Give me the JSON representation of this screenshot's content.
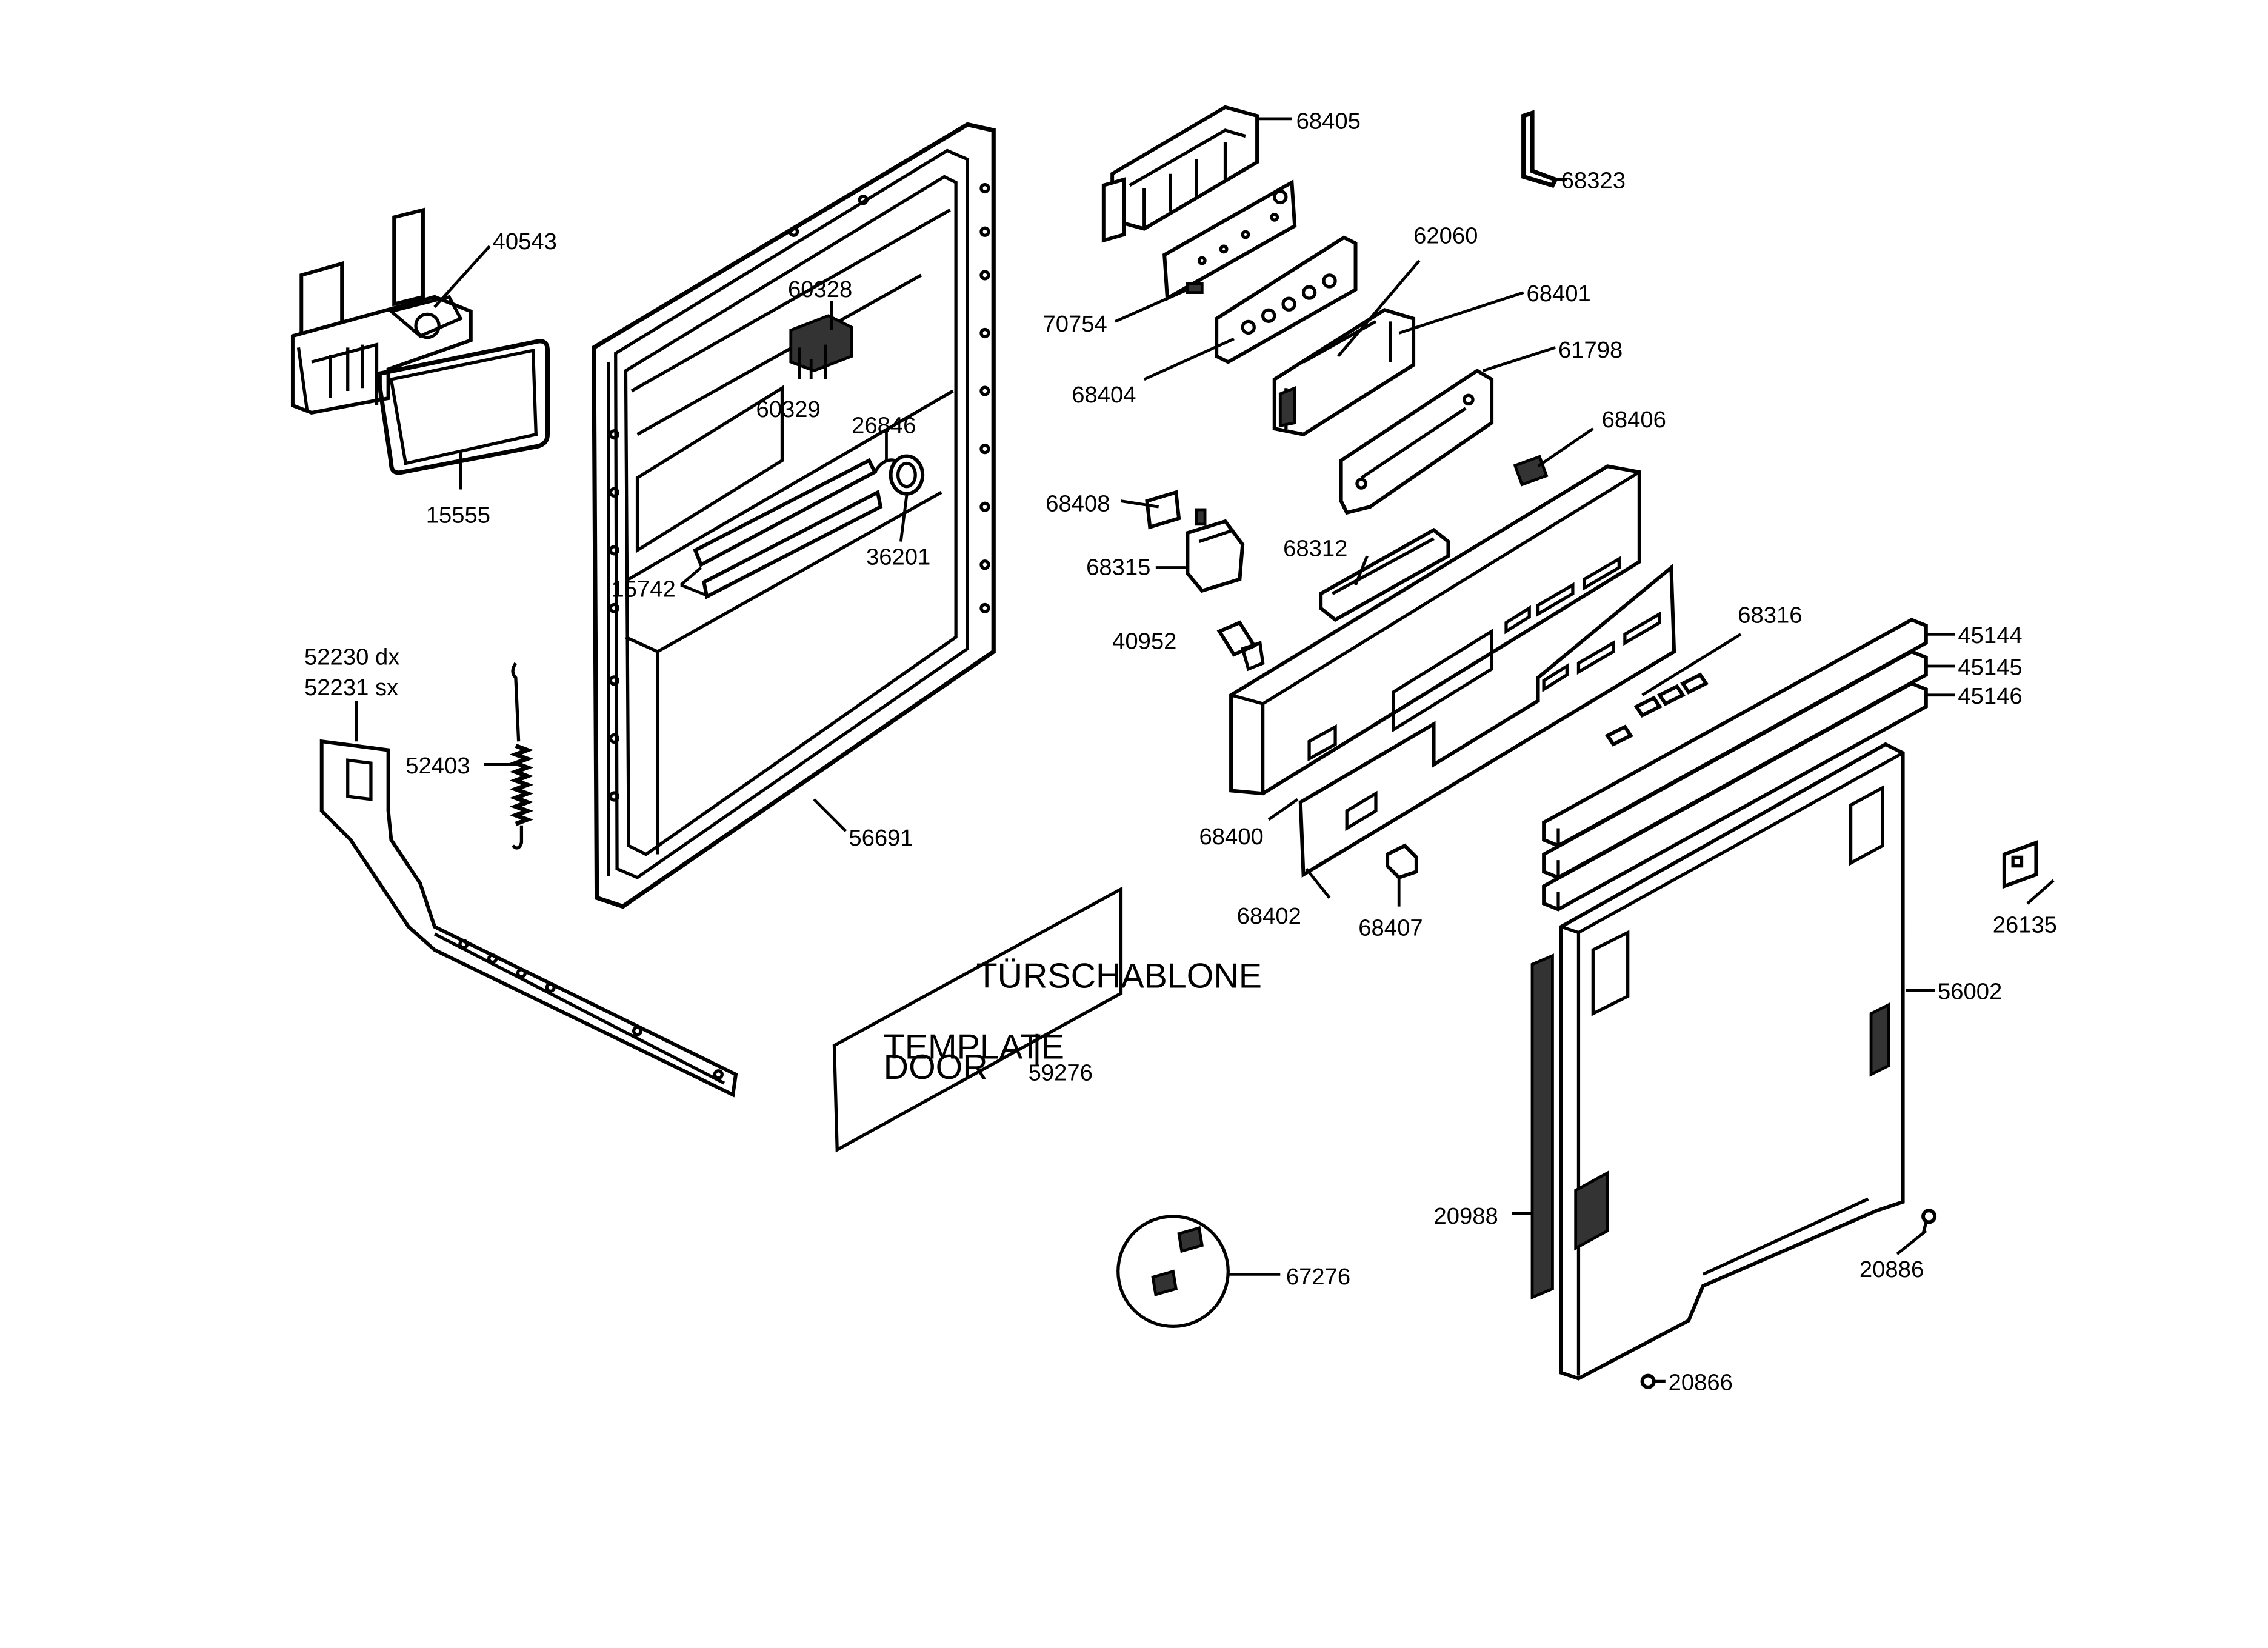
{
  "diagram": {
    "template_sheet": {
      "line1": "TÜRSCHABLONE",
      "line2": "TEMPLATE",
      "line3": "DOOR"
    },
    "labels": {
      "p40543": "40543",
      "p15555": "15555",
      "p60328": "60328",
      "p60329": "60329",
      "p26846": "26846",
      "p36201": "36201",
      "p15742": "15742",
      "p52230": "52230 dx",
      "p52231": "52231 sx",
      "p52403": "52403",
      "p56691": "56691",
      "p59276": "59276",
      "p68405": "68405",
      "p68323": "68323",
      "p70754": "70754",
      "p62060": "62060",
      "p68401": "68401",
      "p68404": "68404",
      "p61798": "61798",
      "p68406": "68406",
      "p68408": "68408",
      "p68315": "68315",
      "p68312": "68312",
      "p40952": "40952",
      "p68316": "68316",
      "p45144": "45144",
      "p45145": "45145",
      "p45146": "45146",
      "p68400": "68400",
      "p68402": "68402",
      "p68407": "68407",
      "p26135": "26135",
      "p56002": "56002",
      "p20988": "20988",
      "p20886": "20886",
      "p20866": "20866",
      "p67276": "67276"
    }
  }
}
